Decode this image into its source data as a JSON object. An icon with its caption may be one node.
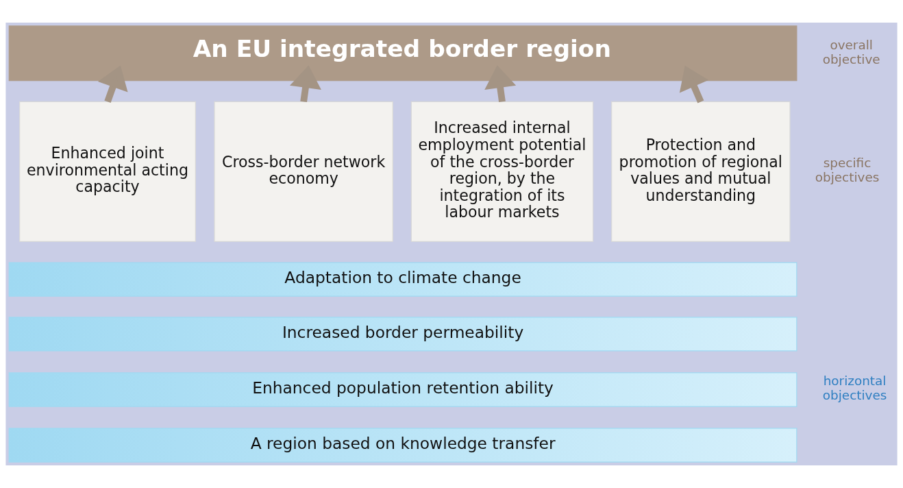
{
  "diagram": {
    "nodes": [
      {
        "text": [
          "An EU integrated border region"
        ]
      },
      {
        "text": [
          "Enhanced joint environmental acting capacity"
        ]
      },
      {
        "text": [
          "Cross-border network economy"
        ]
      },
      {
        "text": [
          "Increased internal employment potential of the cross-border region, by the integration of its labour markets"
        ]
      },
      {
        "text": [
          "Protection and promotion of regional values and mutual understanding"
        ]
      },
      {
        "text": [
          "Adaptation to climate change"
        ]
      },
      {
        "text": [
          "Increased border permeability"
        ]
      },
      {
        "text": [
          "Enhanced population retention ability"
        ]
      },
      {
        "text": [
          "A region based on knowledge transfer"
        ]
      }
    ],
    "edges": [
      {
        "from": 1,
        "to": 0,
        "arrow": "to"
      },
      {
        "from": 2,
        "to": 0,
        "arrow": "to"
      },
      {
        "from": 3,
        "to": 0,
        "arrow": "to"
      },
      {
        "from": 4,
        "to": 0,
        "arrow": "to"
      }
    ],
    "labels": [
      "overall objective",
      "specific objectives",
      "horizontal objectives"
    ]
  }
}
